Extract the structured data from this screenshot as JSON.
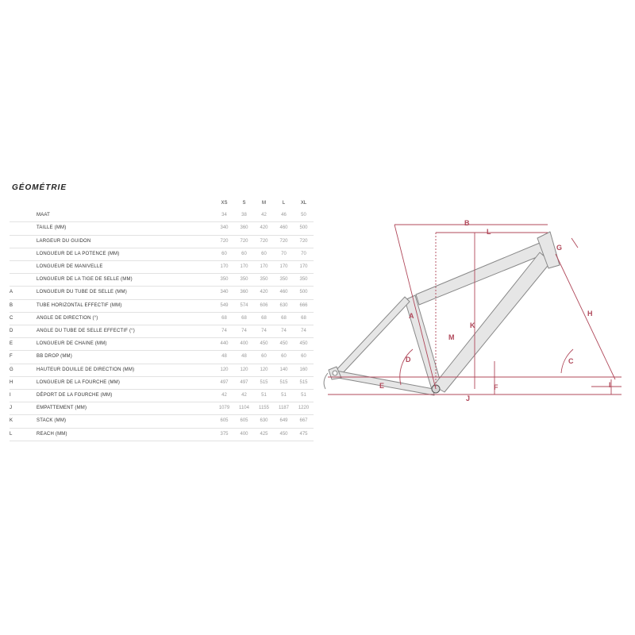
{
  "title": "GÉOMÉTRIE",
  "sizes": [
    "XS",
    "S",
    "M",
    "L",
    "XL"
  ],
  "rows": [
    {
      "letter": "",
      "label": "MAAT",
      "values": [
        "34",
        "38",
        "42",
        "46",
        "50"
      ]
    },
    {
      "letter": "",
      "label": "TAILLE (MM)",
      "values": [
        "340",
        "360",
        "420",
        "460",
        "500"
      ]
    },
    {
      "letter": "",
      "label": "LARGEUR DU GUIDON",
      "values": [
        "720",
        "720",
        "720",
        "720",
        "720"
      ]
    },
    {
      "letter": "",
      "label": "LONGUEUR DE LA POTENCE (MM)",
      "values": [
        "60",
        "60",
        "60",
        "70",
        "70"
      ]
    },
    {
      "letter": "",
      "label": "LONGUEUR DE MANIVELLE",
      "values": [
        "170",
        "170",
        "170",
        "170",
        "170"
      ]
    },
    {
      "letter": "",
      "label": "LONGUEUR DE LA TIGE DE SELLE (MM)",
      "values": [
        "350",
        "350",
        "350",
        "350",
        "350"
      ]
    },
    {
      "letter": "A",
      "label": "LONGUEUR DU TUBE DE SELLE (MM)",
      "values": [
        "340",
        "360",
        "420",
        "460",
        "500"
      ]
    },
    {
      "letter": "B",
      "label": "TUBE HORIZONTAL EFFECTIF (MM)",
      "values": [
        "549",
        "574",
        "606",
        "630",
        "666"
      ]
    },
    {
      "letter": "C",
      "label": "ANGLE DE DIRECTION (°)",
      "values": [
        "68",
        "68",
        "68",
        "68",
        "68"
      ]
    },
    {
      "letter": "D",
      "label": "ANGLE DU TUBE DE SELLE EFFECTIF (°)",
      "values": [
        "74",
        "74",
        "74",
        "74",
        "74"
      ]
    },
    {
      "letter": "E",
      "label": "LONGUEUR DE CHAINE (MM)",
      "values": [
        "440",
        "400",
        "450",
        "450",
        "450"
      ]
    },
    {
      "letter": "F",
      "label": "BB DROP (MM)",
      "values": [
        "48",
        "48",
        "60",
        "60",
        "60"
      ]
    },
    {
      "letter": "G",
      "label": "HAUTEUR DOUILLE DE DIRECTION (MM)",
      "values": [
        "120",
        "120",
        "120",
        "140",
        "160"
      ]
    },
    {
      "letter": "H",
      "label": "LONGUEUR DE LA FOURCHE (MM)",
      "values": [
        "497",
        "497",
        "515",
        "515",
        "515"
      ]
    },
    {
      "letter": "I",
      "label": "DÉPORT DE LA FOURCHE (MM)",
      "values": [
        "42",
        "42",
        "51",
        "51",
        "51"
      ]
    },
    {
      "letter": "J",
      "label": "EMPATTEMENT (MM)",
      "values": [
        "1079",
        "1104",
        "1155",
        "1187",
        "1220"
      ]
    },
    {
      "letter": "K",
      "label": "STACK (MM)",
      "values": [
        "605",
        "605",
        "630",
        "649",
        "667"
      ]
    },
    {
      "letter": "L",
      "label": "REACH (MM)",
      "values": [
        "375",
        "400",
        "425",
        "450",
        "475"
      ]
    }
  ],
  "diagram": {
    "labels": {
      "A": "A",
      "B": "B",
      "C": "C",
      "D": "D",
      "E": "E",
      "F": "F",
      "G": "G",
      "H": "H",
      "I": "I",
      "J": "J",
      "K": "K",
      "L": "L",
      "M": "M"
    },
    "colors": {
      "dimension": "#b0485a",
      "frame_fill": "#e6e6e6",
      "frame_stroke": "#888888"
    }
  }
}
